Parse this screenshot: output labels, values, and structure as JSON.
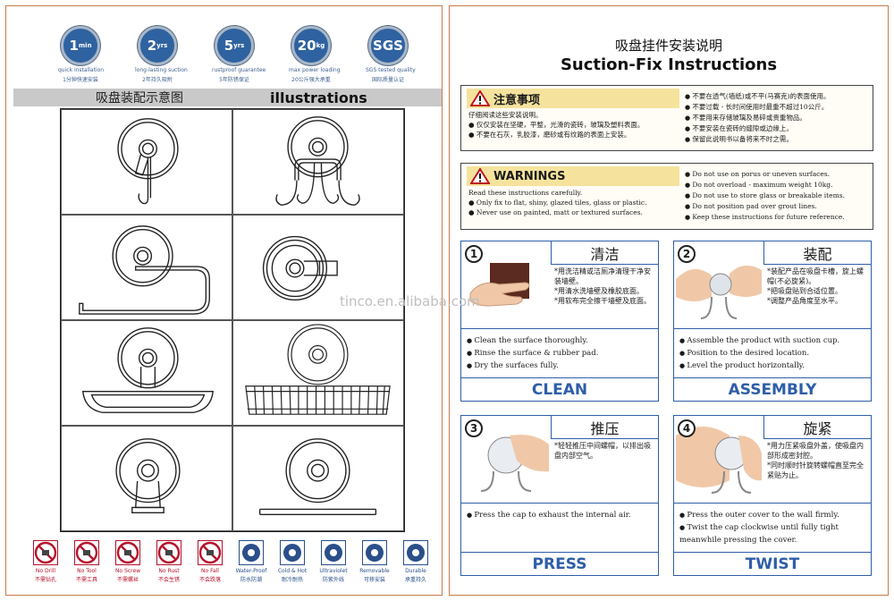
{
  "badges": [
    {
      "main": "1",
      "sub": "min",
      "caption_cn": "1分钟快速安装",
      "caption_en": "quick installation"
    },
    {
      "main": "2",
      "sub": "yrs",
      "caption_cn": "2年持久吸附",
      "caption_en": "long-lasting suction"
    },
    {
      "main": "5",
      "sub": "yrs",
      "caption_cn": "5年防锈保证",
      "caption_en": "rustproof guarantee"
    },
    {
      "main": "20",
      "sub": "kg",
      "caption_cn": "20公斤强大承重",
      "caption_en": "max power loading"
    },
    {
      "main": "SGS",
      "sub": "",
      "caption_cn": "国际质量认证",
      "caption_en": "SGS tested quality"
    }
  ],
  "banner": {
    "cn": "吸盘装配示意图",
    "en": "illustrations"
  },
  "feature_icons": [
    {
      "en": "No Drill",
      "cn": "不需钻孔",
      "icon": "no-drill-icon",
      "style": "no"
    },
    {
      "en": "No Tool",
      "cn": "不需工具",
      "icon": "no-tool-icon",
      "style": "no"
    },
    {
      "en": "No Screw",
      "cn": "不需螺丝",
      "icon": "no-screw-icon",
      "style": "no"
    },
    {
      "en": "No Rust",
      "cn": "不会生锈",
      "icon": "no-rust-icon",
      "style": "no"
    },
    {
      "en": "No Fall",
      "cn": "不会跌落",
      "icon": "no-fall-icon",
      "style": "no"
    },
    {
      "en": "Water-Proof",
      "cn": "防水防潮",
      "icon": "water-proof-icon",
      "style": "yes"
    },
    {
      "en": "Cold & Hot",
      "cn": "耐冷耐热",
      "icon": "thermometer-icon",
      "style": "yes"
    },
    {
      "en": "Ultraviolet",
      "cn": "防紫外线",
      "icon": "sun-icon",
      "style": "yes"
    },
    {
      "en": "Removable",
      "cn": "可移安装",
      "icon": "arrows-icon",
      "style": "yes"
    },
    {
      "en": "Durable",
      "cn": "承重持久",
      "icon": "weight-icon",
      "style": "yes"
    }
  ],
  "title": {
    "cn": "吸盘挂件安装说明",
    "en": "Suction-Fix Instructions"
  },
  "notice_cn": {
    "heading": "注意事项",
    "left": [
      "仔细阅读这些安装说明。",
      "● 仅仅安装在坚硬，平整，光滑的瓷砖，玻璃及塑料表面。",
      "● 不要在石灰，乳胶漆，磨砂或有纹路的表面上安装。"
    ],
    "right": [
      "不要在透气(墙纸)或不平(马赛克)的表面使用。",
      "不要过载 - 长时间使用时最重不超过10公斤。",
      "不要用来存储玻璃及易碎或贵重物品。",
      "不要安装在瓷砖的缝隙或边缘上。",
      "保留此说明书以备将来不时之需。"
    ]
  },
  "notice_en": {
    "heading": "WARNINGS",
    "left": [
      "Read these instructions carefully.",
      "● Only fix to flat, shiny, glazed tiles, glass or plastic.",
      "● Never use on painted, matt or textured surfaces."
    ],
    "right": [
      "Do not use on porus or uneven surfaces.",
      "Do not overload - maximum weight 10kg.",
      "Do not use to store glass or breakable items.",
      "Do not position pad over grout lines.",
      "Keep these instructions for future reference."
    ]
  },
  "steps": [
    {
      "num": "1",
      "cn_title": "清洁",
      "cn_text": [
        "*用洗洁精或洁厕净清理干净安装墙壁。",
        "*用清水洗墙壁及橡胶底面。",
        "*用软布完全擦干墙壁及底面。"
      ],
      "en_text": [
        "Clean the surface thoroughly.",
        "Rinse the surface & rubber pad.",
        "Dry the surfaces fully."
      ],
      "footer": "CLEAN"
    },
    {
      "num": "2",
      "cn_title": "装配",
      "cn_text": [
        "*装配产品在吸盘卡槽，旋上螺帽(不必旋紧)。",
        "*把吸盘贴到合适位置。",
        "*调整产品角度至水平。"
      ],
      "en_text": [
        "Assemble the product with suction cup.",
        "Position to the desired location.",
        "Level the product horizontally."
      ],
      "footer": "ASSEMBLY"
    },
    {
      "num": "3",
      "cn_title": "推压",
      "cn_text": [
        "*轻轻推压中间螺帽，以排出吸盘内部空气。"
      ],
      "en_text": [
        "Press the cap to exhaust the internal air."
      ],
      "footer": "PRESS"
    },
    {
      "num": "4",
      "cn_title": "旋紧",
      "cn_text": [
        "*用力压紧吸盘外盖，使吸盘内部形成密封腔。",
        "*同时顺时针旋转螺帽直至完全紧贴为止。"
      ],
      "en_text": [
        "Press the outer cover  to the wall firmly.",
        "Twist the cap clockwise until fully tight meanwhile pressing the cover."
      ],
      "footer": "TWIST"
    }
  ],
  "watermark": "tinco.en.alibaba.com",
  "colors": {
    "accent_blue": "#2f5ea8",
    "badge_blue": "#2f62a0",
    "warn_yellow": "#f5e39d",
    "border_copper": "#c77a4a",
    "no_red": "#b5122a"
  }
}
